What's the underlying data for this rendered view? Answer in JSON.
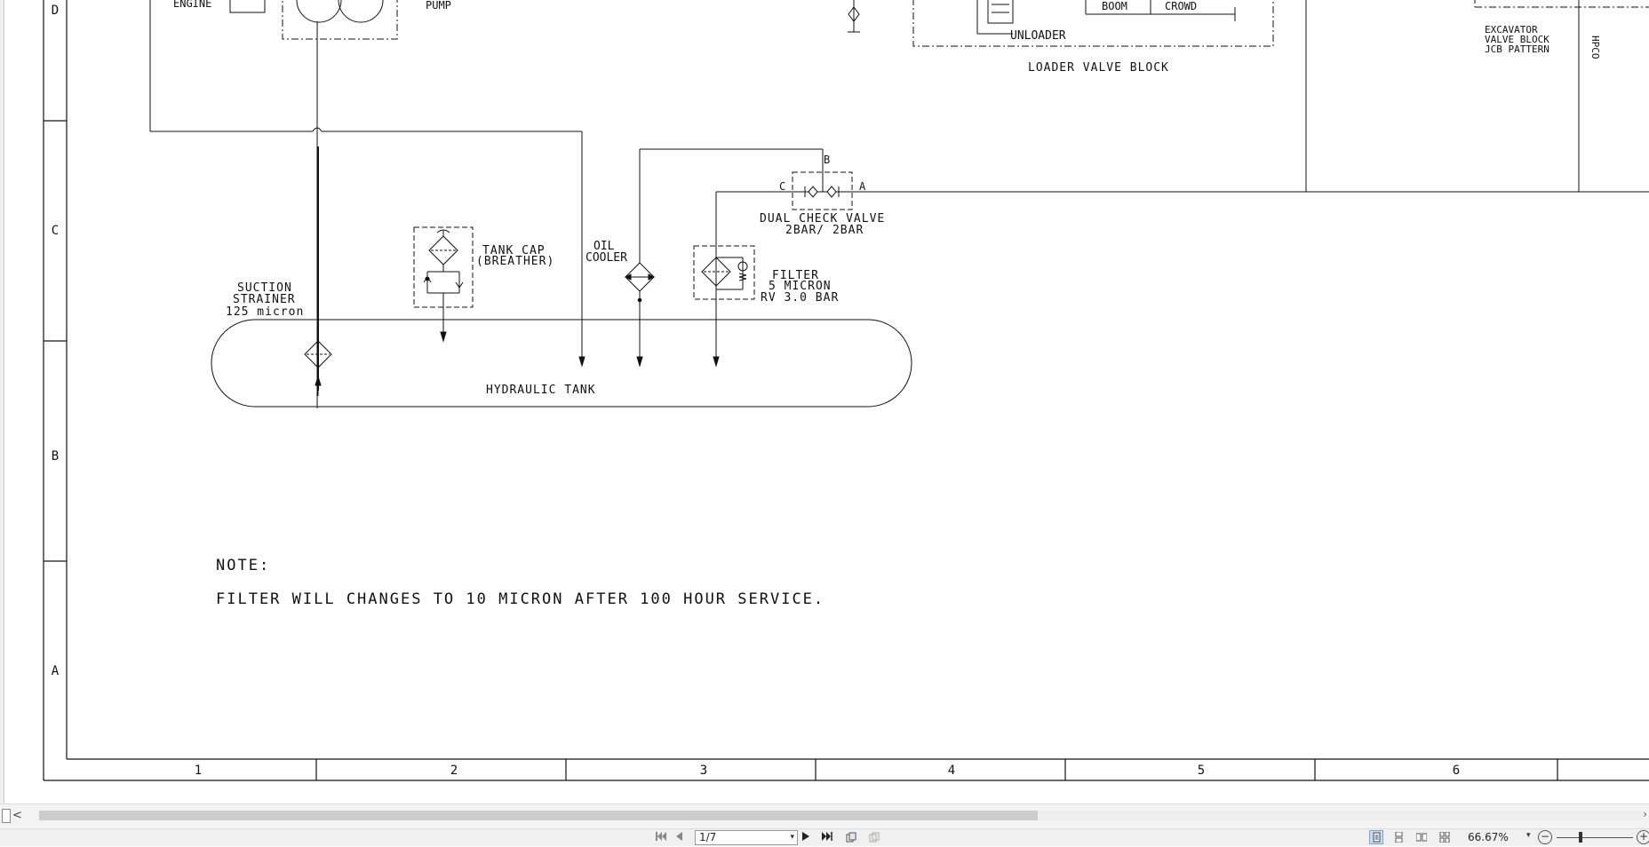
{
  "drawing": {
    "row_labels": [
      "D",
      "C",
      "B",
      "A"
    ],
    "column_labels": [
      "1",
      "2",
      "3",
      "4",
      "5",
      "6"
    ],
    "components": {
      "engine": "ENGINE",
      "pump": "PUMP",
      "unloader": "UNLOADER",
      "boom": "BOOM",
      "crowd": "CROWD",
      "loader_valve_block": "LOADER VALVE BLOCK",
      "excavator_block": [
        "EXCAVATOR",
        "VALVE BLOCK",
        "JCB PATTERN"
      ],
      "hpco": "HPCO",
      "dual_check_valve": [
        "DUAL CHECK VALVE",
        "2BAR/ 2BAR"
      ],
      "port_a": "A",
      "port_b": "B",
      "port_c": "C",
      "tank_cap": [
        "TANK CAP",
        "(BREATHER)"
      ],
      "oil_cooler": [
        "OIL",
        "COOLER"
      ],
      "filter": [
        "FILTER",
        "5 MICRON",
        "RV 3.0 BAR"
      ],
      "suction_strainer": [
        "SUCTION",
        "STRAINER",
        "125 micron"
      ],
      "hydraulic_tank": "HYDRAULIC TANK"
    },
    "note_title": "NOTE:",
    "note_text": "FILTER WILL CHANGES TO 10 MICRON AFTER 100 HOUR SERVICE."
  },
  "viewer": {
    "page_indicator": "1/7",
    "zoom_level": "66.67%",
    "hscroll_left_label": "<",
    "zoom_out_label": "−",
    "zoom_in_label": "+"
  }
}
